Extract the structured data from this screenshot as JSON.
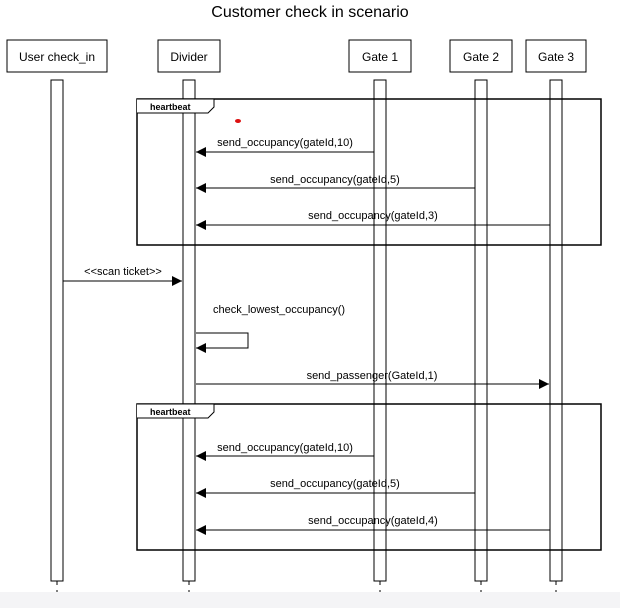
{
  "title": "Customer check in scenario",
  "participants": [
    {
      "id": "user",
      "label": "User check_in"
    },
    {
      "id": "divider",
      "label": "Divider"
    },
    {
      "id": "gate1",
      "label": "Gate 1"
    },
    {
      "id": "gate2",
      "label": "Gate 2"
    },
    {
      "id": "gate3",
      "label": "Gate 3"
    }
  ],
  "fragments": [
    {
      "id": "heartbeat-1",
      "label": "heartbeat",
      "messages": [
        {
          "from": "gate1",
          "to": "divider",
          "label": "send_occupancy(gateId,10)"
        },
        {
          "from": "gate2",
          "to": "divider",
          "label": "send_occupancy(gateId,5)"
        },
        {
          "from": "gate3",
          "to": "divider",
          "label": "send_occupancy(gateId,3)"
        }
      ]
    },
    {
      "id": "heartbeat-2",
      "label": "heartbeat",
      "messages": [
        {
          "from": "gate1",
          "to": "divider",
          "label": "send_occupancy(gateId,10)"
        },
        {
          "from": "gate2",
          "to": "divider",
          "label": "send_occupancy(gateId,5)"
        },
        {
          "from": "gate3",
          "to": "divider",
          "label": "send_occupancy(gateId,4)"
        }
      ]
    }
  ],
  "messages": [
    {
      "from": "user",
      "to": "divider",
      "label": "<<scan ticket>>"
    },
    {
      "from": "divider",
      "to": "divider",
      "label": "check_lowest_occupancy()",
      "self": true
    },
    {
      "from": "divider",
      "to": "gate3",
      "label": "send_passenger(GateId,1)"
    }
  ],
  "colors": {
    "line": "#000000",
    "background": "#ffffff",
    "annotation_dot": "#dd1111",
    "footer": "#f4f4f6"
  }
}
